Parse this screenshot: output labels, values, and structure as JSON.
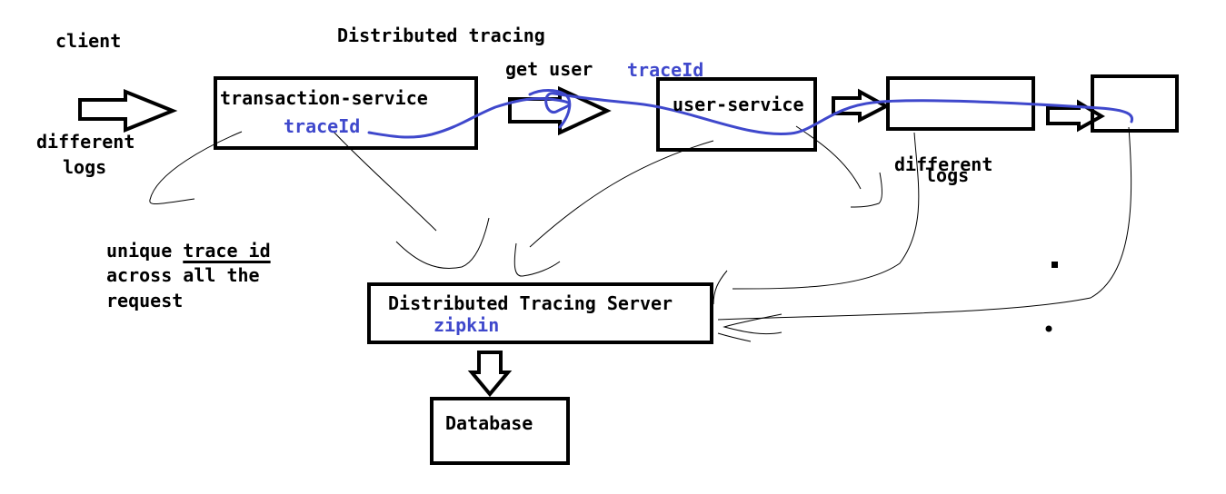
{
  "title": "Distributed tracing",
  "client_label": "client",
  "client_logs_label_1": "different",
  "client_logs_label_2": "logs",
  "transaction_service": {
    "name": "transaction-service",
    "trace_label": "traceId"
  },
  "request_label": "get user",
  "request_trace_label": "traceId",
  "user_service": {
    "name": "user-service"
  },
  "right_logs_label_1": "different",
  "right_logs_label_2": "logs",
  "note": {
    "line1_prefix": "unique ",
    "line1_emphasis": "trace id",
    "line2": "across all the",
    "line3": "request"
  },
  "tracing_server": {
    "name": "Distributed Tracing Server",
    "tool": "zipkin"
  },
  "database": {
    "name": "Database"
  },
  "colors": {
    "ink": "#000000",
    "trace_blue": "#3f48cc",
    "background": "#ffffff"
  }
}
